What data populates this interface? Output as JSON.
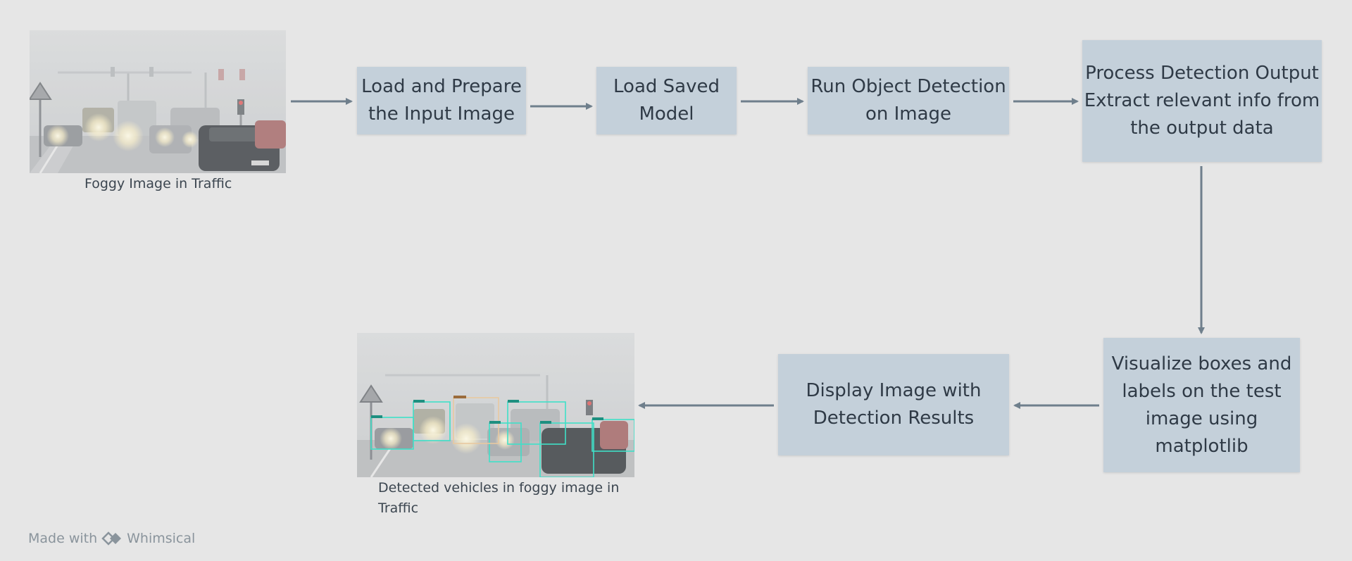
{
  "nodes": {
    "load_prepare": "Load and Prepare\nthe Input Image",
    "load_model": "Load Saved\nModel",
    "run_detection": "Run Object Detection\non Image",
    "process_output": "Process Detection Output\nExtract relevant info from\nthe output data",
    "visualize": "Visualize boxes and\nlabels on the test\nimage using\nmatplotlib",
    "display": "Display Image with\nDetection Results"
  },
  "images": {
    "input_caption": "Foggy Image in Traffic",
    "output_caption": "Detected vehicles in foggy image in\nTraffic"
  },
  "footer": {
    "made_with": "Made with",
    "brand": "Whimsical"
  },
  "colors": {
    "background": "#e6e6e6",
    "node_fill": "#c4d0da",
    "node_text": "#2f3a46",
    "arrow": "#6f7f8c",
    "detection_box": "#3fe0c8",
    "detection_box_alt": "#e8c9a0"
  }
}
